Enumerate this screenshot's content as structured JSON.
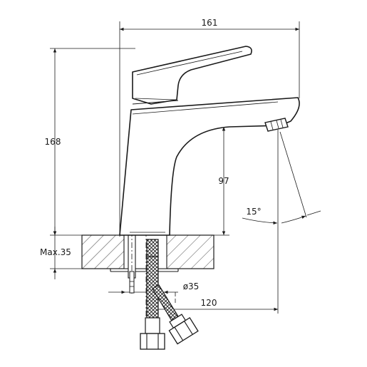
{
  "drawing": {
    "dims": {
      "width_total": "161",
      "height_total": "168",
      "spout_height": "97",
      "spout_angle": "15°",
      "counter_thickness": "Max.35",
      "hole_diameter": "ø35",
      "spout_reach": "120"
    },
    "colors": {
      "line": "#1a1a1a",
      "background": "#ffffff"
    }
  }
}
